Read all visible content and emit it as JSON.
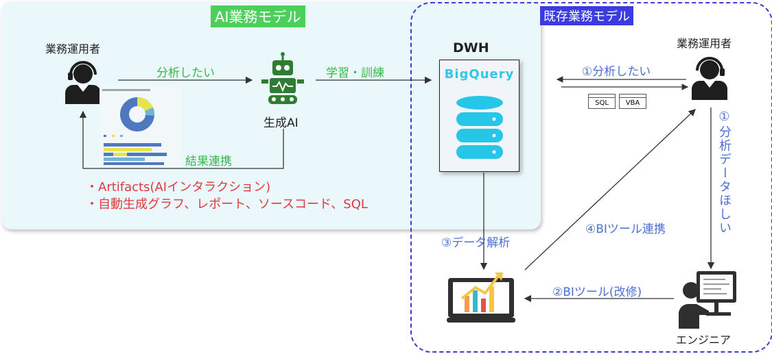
{
  "titles": {
    "ai_model": "AI業務モデル",
    "legacy_model": "既存業務モデル"
  },
  "actors": {
    "operator_left": "業務運用者",
    "operator_right": "業務運用者",
    "engineer": "エンジニア"
  },
  "generative_ai": {
    "label": "生成AI"
  },
  "dwh": {
    "label": "DWH",
    "product": "BigQuery"
  },
  "edges": {
    "want_analyze": "分析したい",
    "learn_train": "学習・訓練",
    "result_link": "結果連携",
    "want_analyze_numbered": "①分析したい",
    "data_wanted_vertical": "①分析データほしい",
    "data_analysis": "③データ解析",
    "bi_link": "④BIツール連携",
    "bi_modify": "②BIツール(改修)"
  },
  "file_icons": [
    "SQL",
    "VBA"
  ],
  "notes": [
    "・Artifacts(AIインタラクション)",
    "・自動生成グラフ、レポート、ソースコード、SQL"
  ],
  "colors": {
    "ai_green": "#4dd05b",
    "legacy_blue": "#3b3be0",
    "dwh_cyan": "#2fc8e8",
    "note_red": "#e0393b"
  },
  "icons": [
    "headset-operator-icon",
    "robot-icon",
    "database-icon",
    "bar-chart-monitor-icon",
    "engineer-computer-icon"
  ]
}
